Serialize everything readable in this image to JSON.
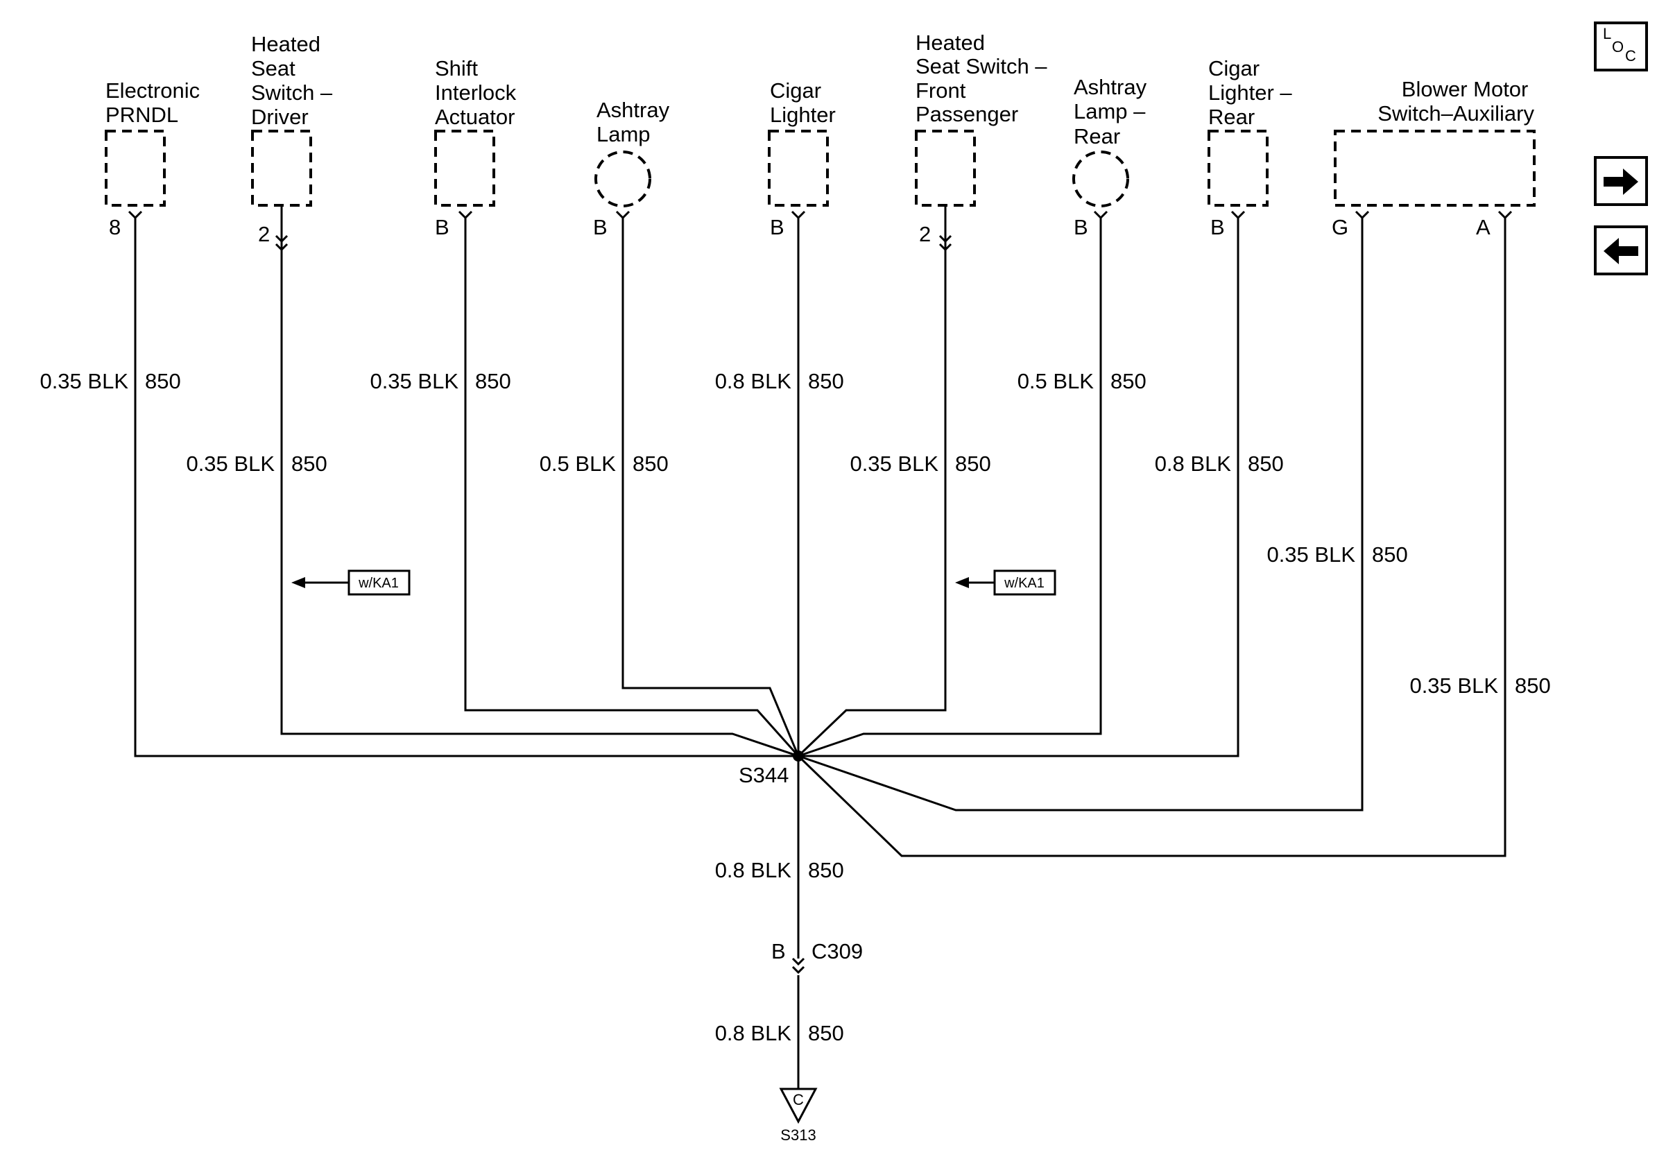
{
  "loc_button": {
    "line1": "L",
    "line2": "O",
    "line3": "C"
  },
  "nav": {
    "next_icon": "arrow-right-icon",
    "prev_icon": "arrow-left-icon"
  },
  "components": [
    {
      "lines": [
        "Electronic",
        "PRNDL"
      ],
      "pin": "8",
      "wire_size": "0.35 BLK",
      "circuit": "850"
    },
    {
      "lines": [
        "Heated",
        "Seat",
        "Switch –",
        "Driver"
      ],
      "pin": "2",
      "wire_size": "0.35 BLK",
      "circuit": "850"
    },
    {
      "lines": [
        "Shift",
        "Interlock",
        "Actuator"
      ],
      "pin": "B",
      "wire_size": "0.35 BLK",
      "circuit": "850"
    },
    {
      "lines": [
        "Ashtray",
        "Lamp"
      ],
      "pin": "B",
      "wire_size": "0.5 BLK",
      "circuit": "850"
    },
    {
      "lines": [
        "Cigar",
        "Lighter"
      ],
      "pin": "B",
      "wire_size": "0.8 BLK",
      "circuit": "850"
    },
    {
      "lines": [
        "Heated",
        "Seat Switch –",
        "Front",
        "Passenger"
      ],
      "pin": "2",
      "wire_size": "0.35 BLK",
      "circuit": "850"
    },
    {
      "lines": [
        "Ashtray",
        "Lamp –",
        "Rear"
      ],
      "pin": "B",
      "wire_size": "0.5 BLK",
      "circuit": "850"
    },
    {
      "lines": [
        "Cigar",
        "Lighter –",
        "Rear"
      ],
      "pin": "B",
      "wire_size": "0.8 BLK",
      "circuit": "850"
    },
    {
      "lines": [
        "Blower Motor",
        "Switch–Auxiliary"
      ],
      "pin_g": "G",
      "pin_a": "A",
      "wire_size_g": "0.35 BLK",
      "circuit_g": "850",
      "wire_size_a": "0.35 BLK",
      "circuit_a": "850"
    }
  ],
  "option_tags": [
    "w/KA1",
    "w/KA1"
  ],
  "splice": "S344",
  "trunk": {
    "wire_size_1": "0.8 BLK",
    "circuit_1": "850",
    "connector_pin": "B",
    "connector": "C309",
    "wire_size_2": "0.8 BLK",
    "circuit_2": "850"
  },
  "ground": {
    "letter": "C",
    "name": "S313"
  }
}
